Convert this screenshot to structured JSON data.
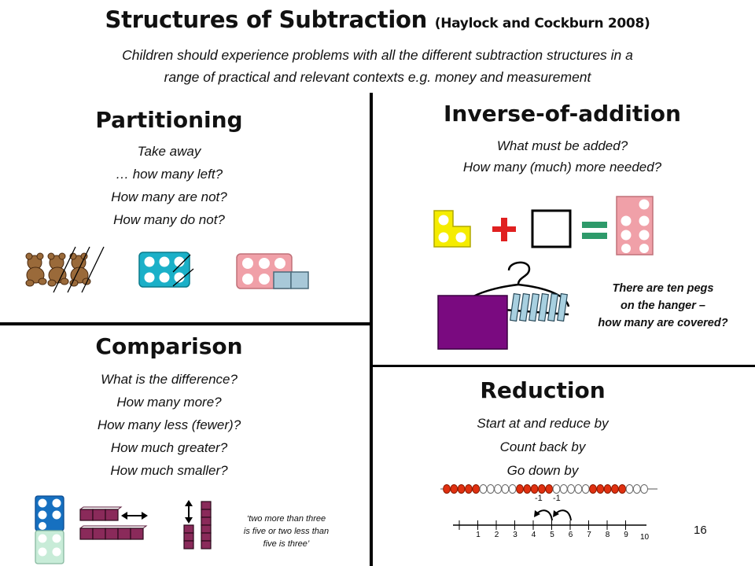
{
  "header": {
    "title": "Structures of Subtraction",
    "reference": "(Haylock and Cockburn 2008)",
    "subtitle_line1": "Children should experience problems with all the different subtraction structures in a",
    "subtitle_line2": "range of practical and relevant contexts e.g. money and measurement"
  },
  "partitioning": {
    "heading": "Partitioning",
    "lines": [
      "Take away",
      "… how many left?",
      "How many are not?",
      "How many do not?"
    ]
  },
  "inverse": {
    "heading": "Inverse-of-addition",
    "lines": [
      "What must be added?",
      "How many (much) more needed?"
    ],
    "note": [
      "There are ten pegs",
      "on the hanger –",
      "how many are covered?"
    ]
  },
  "comparison": {
    "heading": "Comparison",
    "lines": [
      "What is the difference?",
      "How many more?",
      "How many less (fewer)?",
      "How much greater?",
      "How much smaller?"
    ],
    "quote": [
      "‘two more than three",
      "is five or two less than",
      "five is three’"
    ]
  },
  "reduction": {
    "heading": "Reduction",
    "lines": [
      "Start at and reduce by",
      "Count back by",
      "Go down by"
    ],
    "jump_labels": [
      "-1",
      "-1"
    ],
    "number_line": [
      "1",
      "2",
      "3",
      "4",
      "5",
      "6",
      "7",
      "8",
      "9",
      "10"
    ]
  },
  "page_number": "16",
  "colors": {
    "yellow": "#f5ec00",
    "cyan": "#1bb0c8",
    "pink": "#f0a0a8",
    "purple": "#7a0a80",
    "blue": "#1670c0",
    "mint": "#c8ecd8",
    "maroon": "#8a2a5a",
    "red": "#e02020",
    "green": "#2e9a6a",
    "bead_red": "#e03010",
    "teddy": "#9a6a3a",
    "grey_blue": "#a8c8d8"
  }
}
